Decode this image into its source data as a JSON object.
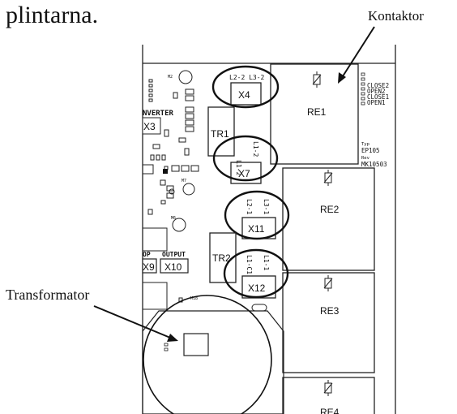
{
  "header_text": "plintarna.",
  "callouts": {
    "top_right": "Kontaktor",
    "left": "Transformator"
  },
  "board": {
    "connectors": {
      "x3": "X3",
      "x4": "X4",
      "x7": "X7",
      "x9": "X9",
      "x10": "X10",
      "x11": "X11",
      "x12": "X12"
    },
    "connector_pins": {
      "x4": "L2-2 L3-2",
      "x7_a": "L1-2",
      "x7_b": "L1-2",
      "x11_a": "L2-1",
      "x11_b": "L3-1",
      "x12_a": "L1-C1",
      "x12_b": "L1-1"
    },
    "transformers": {
      "tr1": "TR1",
      "tr2": "TR2"
    },
    "relays": {
      "re1": "RE1",
      "re2": "RE2",
      "re3": "RE3",
      "re4": "RE4"
    },
    "section_labels": {
      "inverter": "NVERTER",
      "op": "OP",
      "output": "OUTPUT"
    },
    "status_labels": [
      "CLOSE2",
      "OPEN2",
      "CLOSE1",
      "OPEN1"
    ],
    "type_info": {
      "typ_label": "Typ",
      "typ_value": "EP105",
      "rev_label": "Rev",
      "rev_value": "MK10503"
    },
    "small_marks": {
      "m2": "M2",
      "m7": "M7",
      "m6": "M6",
      "m18": "M18"
    }
  }
}
